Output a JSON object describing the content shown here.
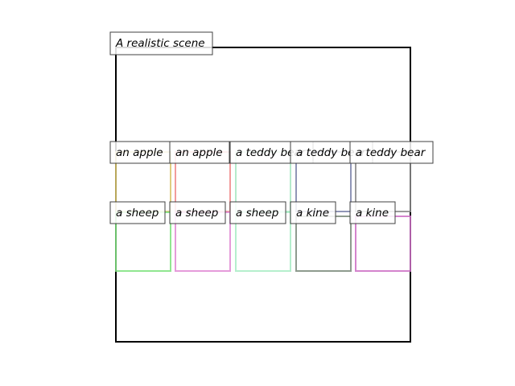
{
  "scene": {
    "title": "A realistic scene",
    "frame_color": "#000000"
  },
  "objects": [
    {
      "label": "an apple",
      "color": "#d9c46a"
    },
    {
      "label": "an apple",
      "color": "#f08a8a"
    },
    {
      "label": "a teddy bear",
      "color": "#a8e8c2"
    },
    {
      "label": "a teddy bear",
      "color": "#7d84aa"
    },
    {
      "label": "a teddy bear",
      "color": "#8a8a8a"
    },
    {
      "label": "a sheep",
      "color": "#7ee27e"
    },
    {
      "label": "a sheep",
      "color": "#e08ad4"
    },
    {
      "label": "a sheep",
      "color": "#a8ecc4"
    },
    {
      "label": "a kine",
      "color": "#7a8a7a"
    },
    {
      "label": "a kine",
      "color": "#cc6ec4"
    }
  ]
}
